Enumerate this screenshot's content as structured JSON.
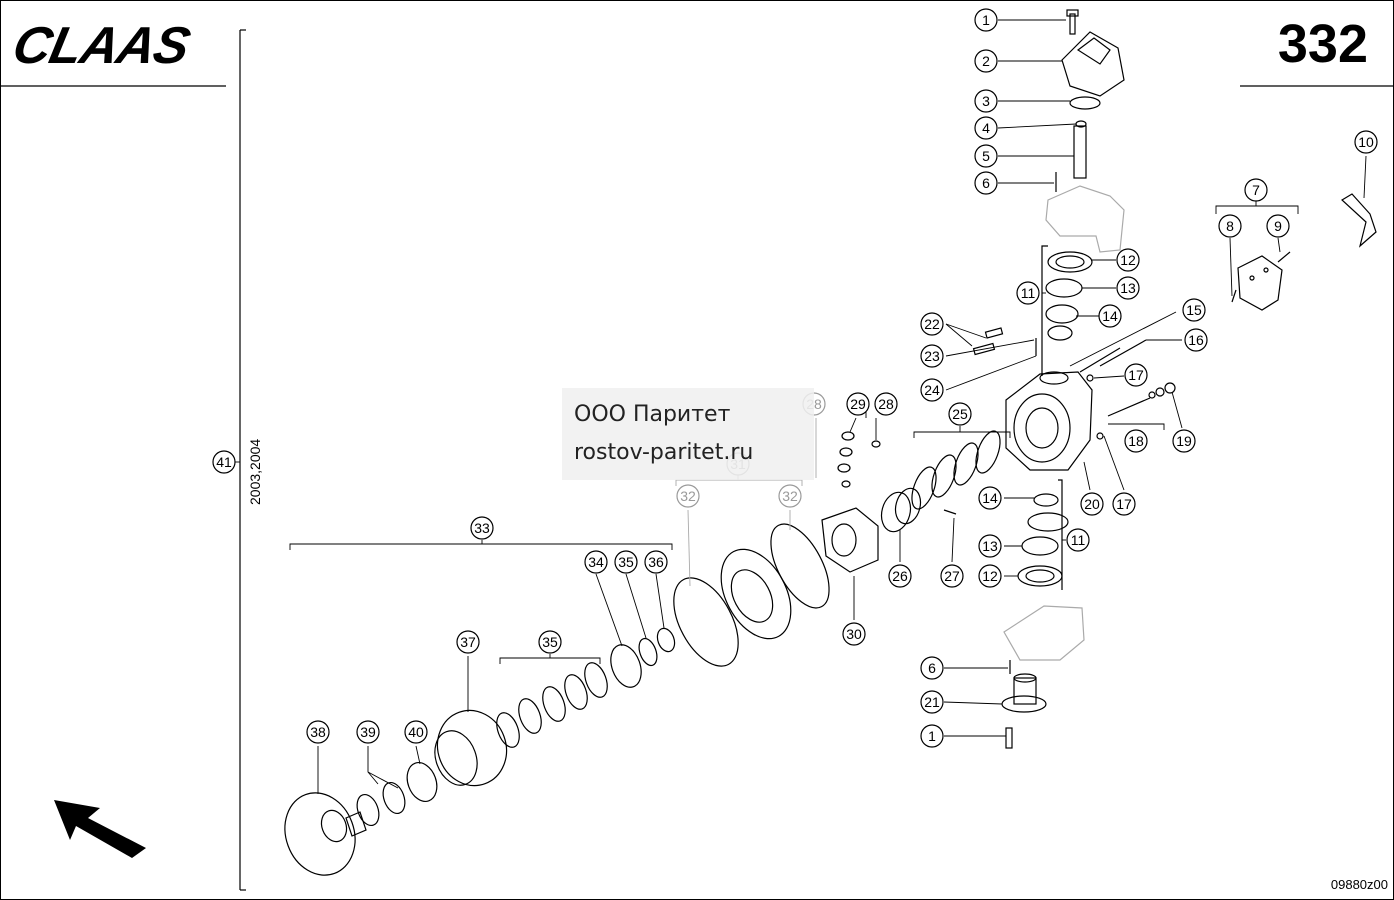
{
  "header": {
    "brand": "CLAAS",
    "page_number": "332"
  },
  "footer": {
    "drawing_number": "09880z00"
  },
  "watermark": {
    "line1": "ООО Паритет",
    "line2": "rostov-paritet.ru"
  },
  "side_label": {
    "years": "2003,2004"
  },
  "callouts": [
    {
      "id": "c1a",
      "label": "1"
    },
    {
      "id": "c2",
      "label": "2"
    },
    {
      "id": "c3",
      "label": "3"
    },
    {
      "id": "c4",
      "label": "4"
    },
    {
      "id": "c5",
      "label": "5"
    },
    {
      "id": "c6a",
      "label": "6"
    },
    {
      "id": "c7",
      "label": "7"
    },
    {
      "id": "c8",
      "label": "8"
    },
    {
      "id": "c9",
      "label": "9"
    },
    {
      "id": "c10",
      "label": "10"
    },
    {
      "id": "c11a",
      "label": "11"
    },
    {
      "id": "c12a",
      "label": "12"
    },
    {
      "id": "c13a",
      "label": "13"
    },
    {
      "id": "c14a",
      "label": "14"
    },
    {
      "id": "c15",
      "label": "15"
    },
    {
      "id": "c16",
      "label": "16"
    },
    {
      "id": "c17a",
      "label": "17"
    },
    {
      "id": "c18",
      "label": "18"
    },
    {
      "id": "c19",
      "label": "19"
    },
    {
      "id": "c17b",
      "label": "17"
    },
    {
      "id": "c20",
      "label": "20"
    },
    {
      "id": "c22",
      "label": "22"
    },
    {
      "id": "c23",
      "label": "23"
    },
    {
      "id": "c24",
      "label": "24"
    },
    {
      "id": "c25",
      "label": "25"
    },
    {
      "id": "c28a",
      "label": "28"
    },
    {
      "id": "c29",
      "label": "29"
    },
    {
      "id": "c28b",
      "label": "28"
    },
    {
      "id": "c31",
      "label": "31"
    },
    {
      "id": "c32a",
      "label": "32"
    },
    {
      "id": "c32b",
      "label": "32"
    },
    {
      "id": "c14b",
      "label": "14"
    },
    {
      "id": "c11b",
      "label": "11"
    },
    {
      "id": "c13b",
      "label": "13"
    },
    {
      "id": "c12b",
      "label": "12"
    },
    {
      "id": "c26",
      "label": "26"
    },
    {
      "id": "c27",
      "label": "27"
    },
    {
      "id": "c30",
      "label": "30"
    },
    {
      "id": "c33",
      "label": "33"
    },
    {
      "id": "c34",
      "label": "34"
    },
    {
      "id": "c35a",
      "label": "35"
    },
    {
      "id": "c36",
      "label": "36"
    },
    {
      "id": "c35b",
      "label": "35"
    },
    {
      "id": "c37",
      "label": "37"
    },
    {
      "id": "c38",
      "label": "38"
    },
    {
      "id": "c39",
      "label": "39"
    },
    {
      "id": "c40",
      "label": "40"
    },
    {
      "id": "c6b",
      "label": "6"
    },
    {
      "id": "c21",
      "label": "21"
    },
    {
      "id": "c1b",
      "label": "1"
    },
    {
      "id": "c41",
      "label": "41"
    }
  ]
}
